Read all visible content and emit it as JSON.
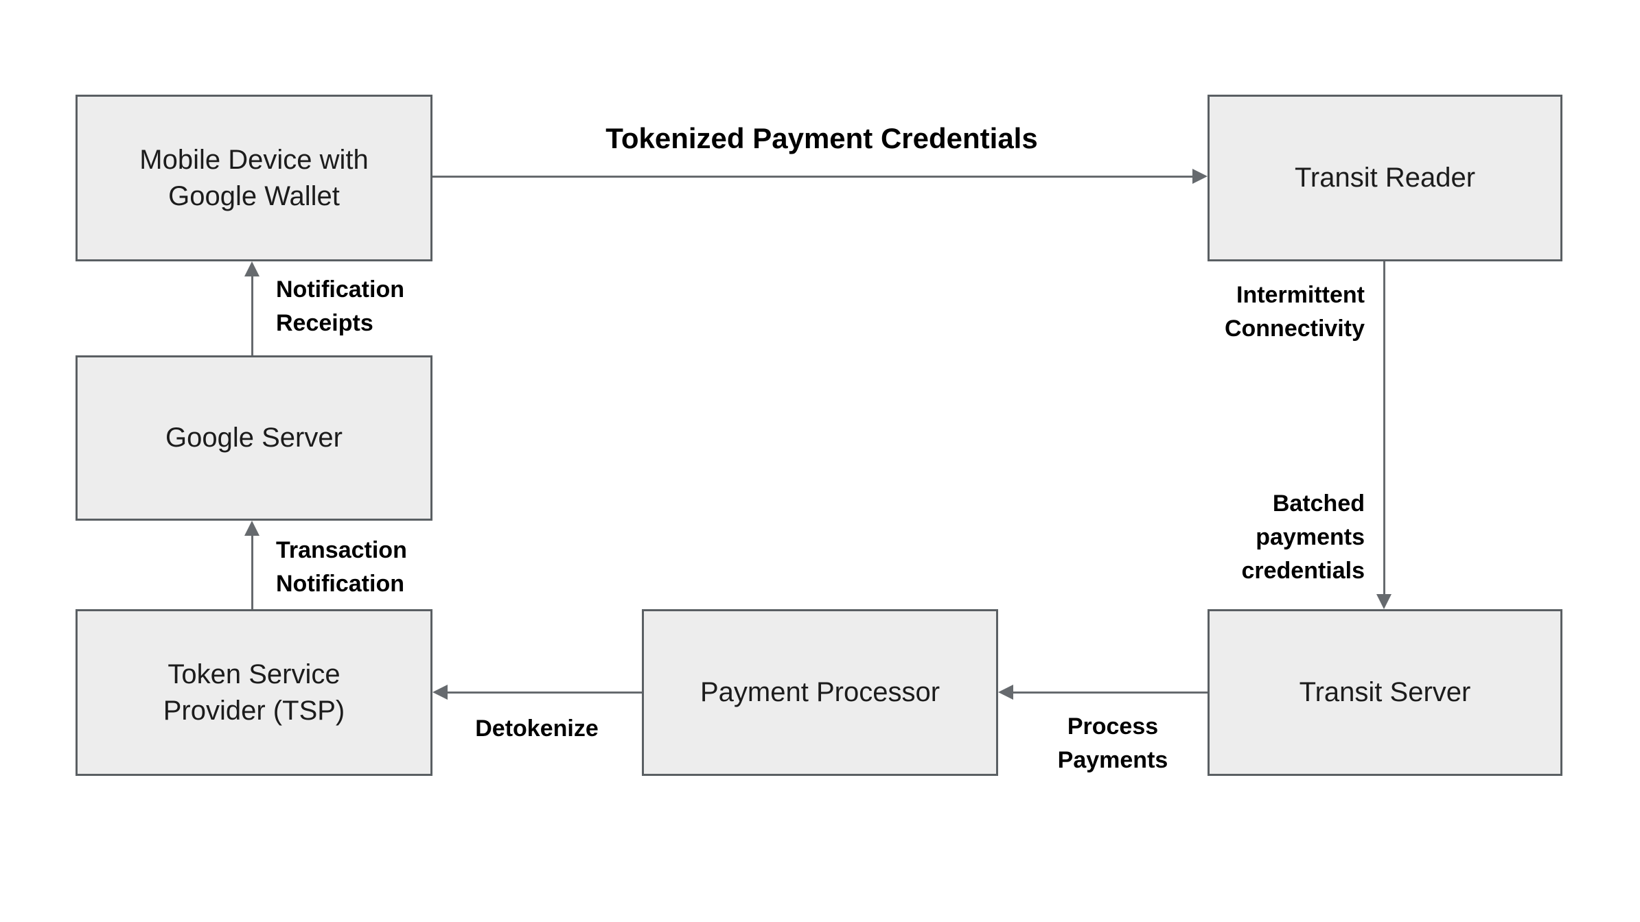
{
  "diagram": {
    "background": "#ffffff",
    "box_fill": "#ededed",
    "box_border": "#5a5f63",
    "arrow_color": "#666a6e",
    "label_color": "#000000"
  },
  "nodes": {
    "mobile": {
      "label": "Mobile Device with\nGoogle Wallet"
    },
    "reader": {
      "label": "Transit Reader"
    },
    "google": {
      "label": "Google Server"
    },
    "tsp": {
      "label": "Token Service\nProvider (TSP)"
    },
    "processor": {
      "label": "Payment Processor"
    },
    "transitserver": {
      "label": "Transit Server"
    }
  },
  "edges": {
    "tokenized": {
      "from": "mobile",
      "to": "reader",
      "label": "Tokenized Payment Credentials"
    },
    "intermittent": {
      "from": "reader",
      "to": "transitserver",
      "label": "Intermittent\nConnectivity"
    },
    "batched": {
      "from": "reader",
      "to": "transitserver",
      "label": "Batched\npayments\ncredentials"
    },
    "process": {
      "from": "transitserver",
      "to": "processor",
      "label": "Process\nPayments"
    },
    "detokenize": {
      "from": "processor",
      "to": "tsp",
      "label": "Detokenize"
    },
    "transaction": {
      "from": "tsp",
      "to": "google",
      "label": "Transaction\nNotification"
    },
    "notification": {
      "from": "google",
      "to": "mobile",
      "label": "Notification\nReceipts"
    }
  }
}
